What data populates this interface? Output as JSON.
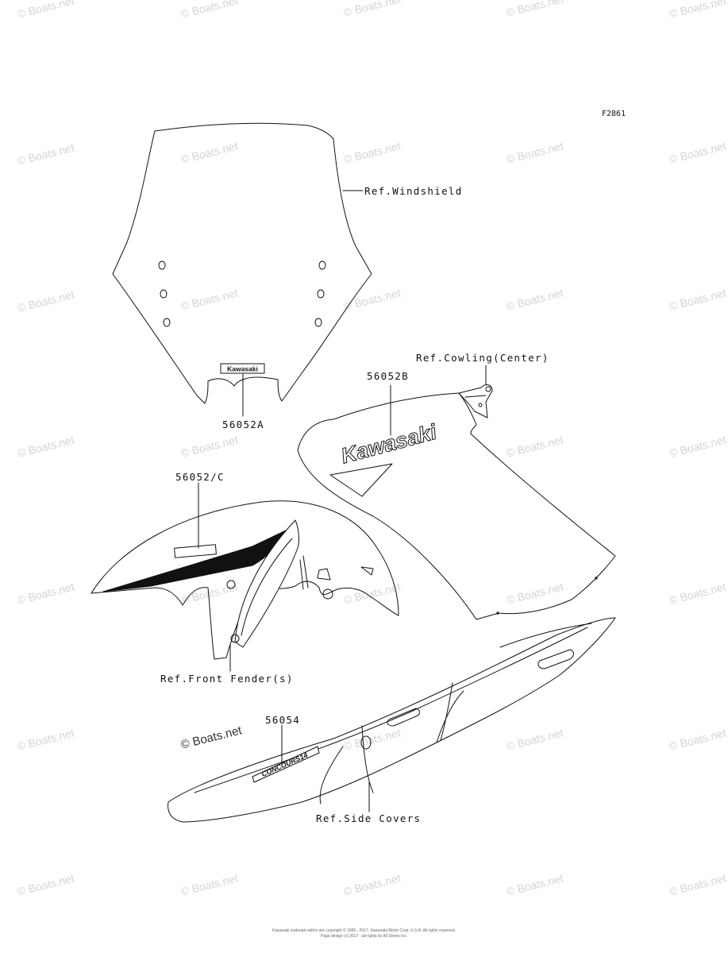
{
  "watermark": "© Boats.net",
  "figure_id": "F2861",
  "labels": {
    "windshield": "Ref.Windshield",
    "part_56052a": "56052A",
    "cowling": "Ref.Cowling(Center)",
    "part_56052b": "56052B",
    "part_56052c": "56052/C",
    "front_fender": "Ref.Front Fender(s)",
    "part_56054": "56054",
    "side_covers": "Ref.Side Covers"
  },
  "decals": {
    "kawasaki_small": "Kawasaki",
    "kawasaki_large": "Kawasaki",
    "concours": "CONCOURS14"
  },
  "copyright": {
    "line1": "Kawasaki materials within are copyright © 1995 - 2017, Kawasaki Motor Corp. U.S.A. All rights reserved.",
    "line2": "Page design (c) 2017 - all rights by All Stores Inc."
  }
}
